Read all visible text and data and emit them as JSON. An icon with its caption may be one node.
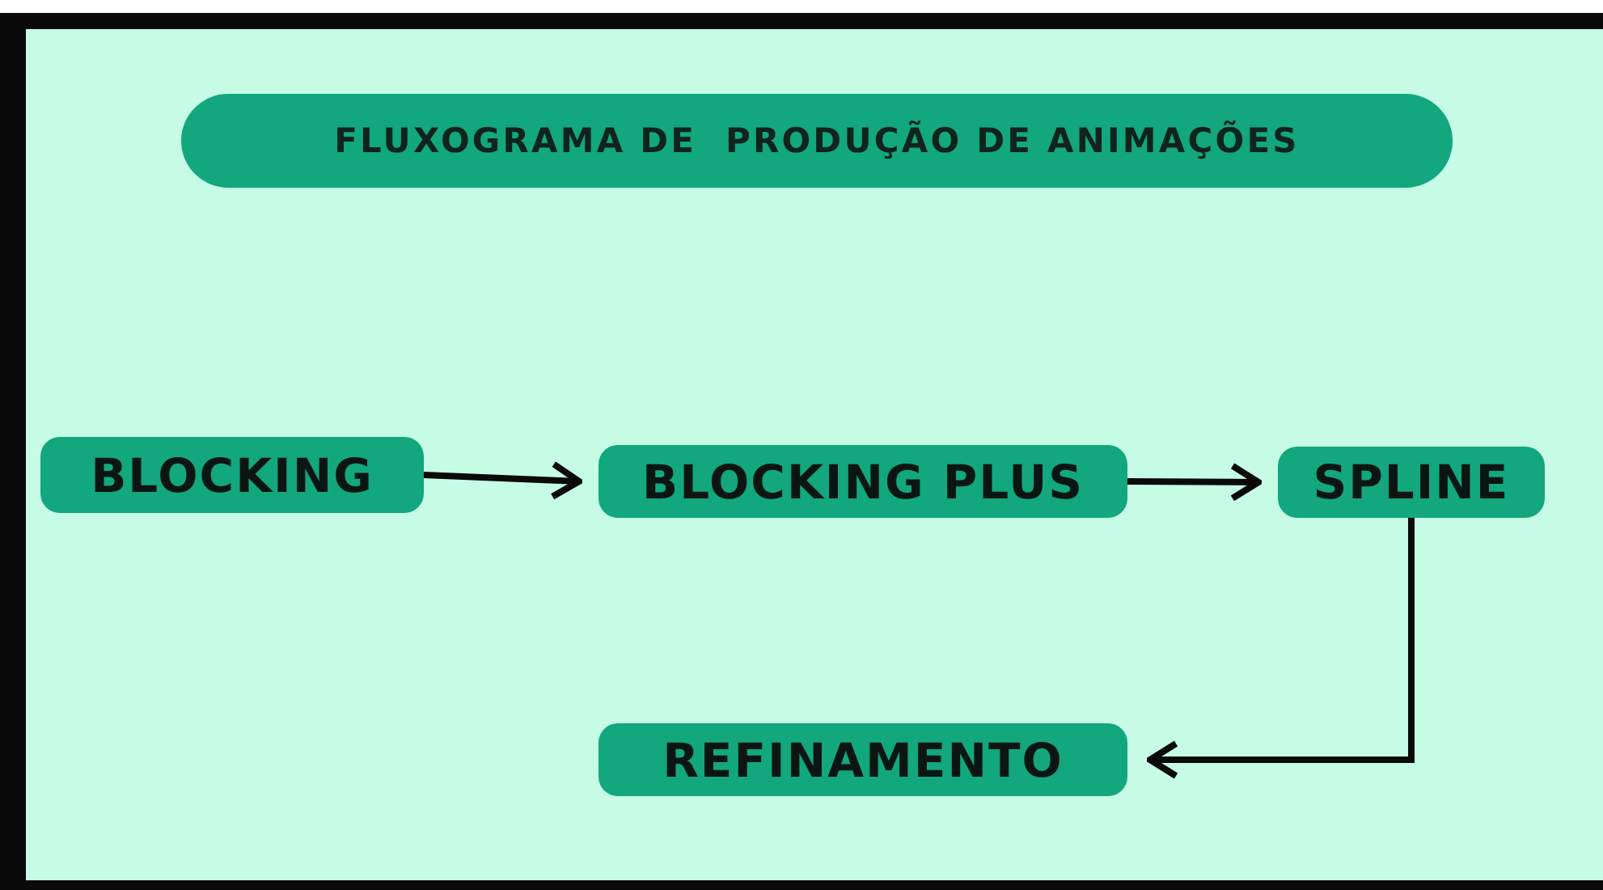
{
  "diagram": {
    "title": "FLUXOGRAMA DE  PRODUÇÃO DE ANIMAÇÕES",
    "nodes": [
      {
        "text": [
          "BLOCKING"
        ]
      },
      {
        "text": [
          "BLOCKING PLUS"
        ]
      },
      {
        "text": [
          "SPLINE"
        ]
      },
      {
        "text": [
          "REFINAMENTO"
        ]
      }
    ],
    "edges": [
      {
        "from": 0,
        "to": 1,
        "arrow": "to"
      },
      {
        "from": 1,
        "to": 2,
        "arrow": "to"
      },
      {
        "from": 2,
        "to": 3,
        "arrow": "to"
      }
    ]
  }
}
